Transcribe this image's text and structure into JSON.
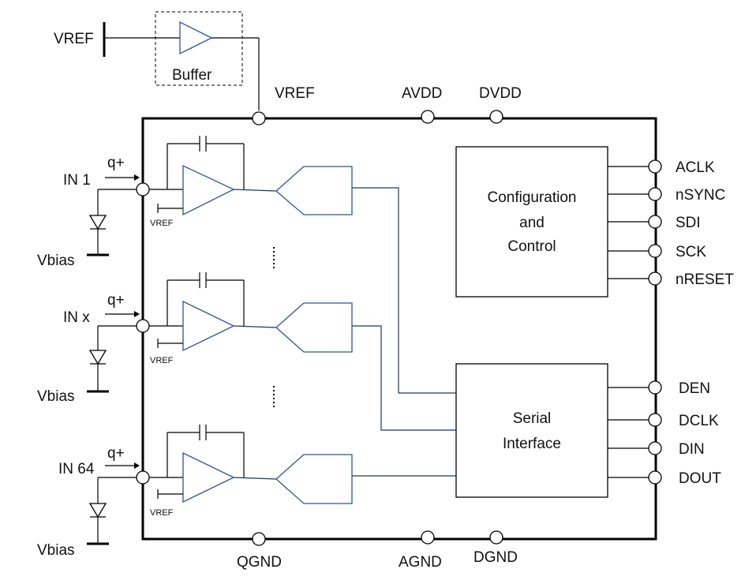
{
  "buffer": {
    "label": "Buffer"
  },
  "top_pins": [
    "VREF",
    "AVDD",
    "DVDD"
  ],
  "bottom_pins": [
    "QGND",
    "AGND",
    "DGND"
  ],
  "external_vref": "VREF",
  "channels": [
    {
      "input": "IN 1",
      "charge": "q+",
      "bias": "Vbias",
      "ref": "VREF"
    },
    {
      "input": "IN x",
      "charge": "q+",
      "bias": "Vbias",
      "ref": "VREF"
    },
    {
      "input": "IN 64",
      "charge": "q+",
      "bias": "Vbias",
      "ref": "VREF"
    }
  ],
  "config_block": {
    "line1": "Configuration",
    "line2": "and",
    "line3": "Control"
  },
  "config_pins": [
    "ACLK",
    "nSYNC",
    "SDI",
    "SCK",
    "nRESET"
  ],
  "serial_block": {
    "line1": "Serial",
    "line2": "Interface"
  },
  "serial_pins": [
    "DEN",
    "DCLK",
    "DIN",
    "DOUT"
  ],
  "colors": {
    "amplifier": "#2e5597",
    "signal_wire": "#1f3864",
    "outline": "#000000"
  }
}
